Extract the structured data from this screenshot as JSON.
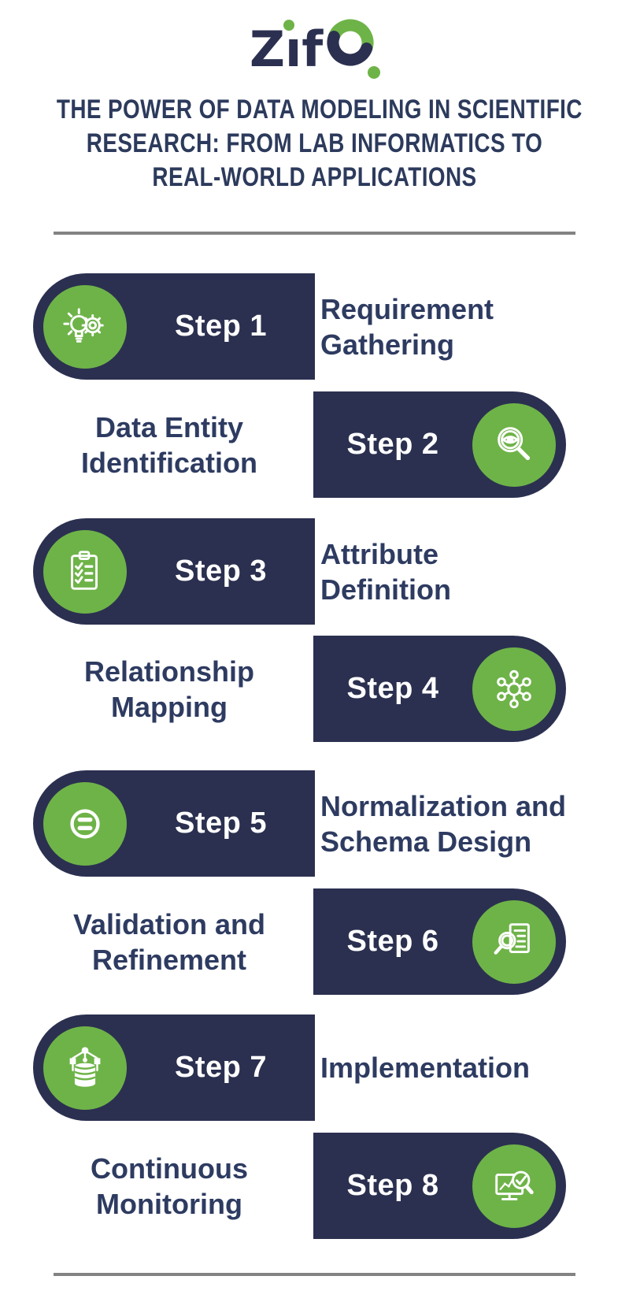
{
  "logo": {
    "text": "Zifo"
  },
  "title": {
    "lines": [
      "THE POWER OF DATA MODELING IN SCIENTIFIC",
      "RESEARCH: FROM LAB INFORMATICS TO",
      "REAL-WORLD APPLICATIONS"
    ]
  },
  "colors": {
    "pill_navy": "#2b3050",
    "accent_green": "#6eb348",
    "label_navy": "#2e3b61",
    "divider_gray": "#828282",
    "step_text": "#ffffff",
    "background": "#ffffff"
  },
  "steps": [
    {
      "label": "Step 1",
      "title": "Requirement\nGathering",
      "side": "left",
      "icon": "idea-bulb-gear-icon"
    },
    {
      "label": "Step 2",
      "title": "Data Entity\nIdentification",
      "side": "right",
      "icon": "magnifier-eye-icon"
    },
    {
      "label": "Step 3",
      "title": "Attribute\nDefinition",
      "side": "left",
      "icon": "checklist-clipboard-icon"
    },
    {
      "label": "Step 4",
      "title": "Relationship\nMapping",
      "side": "right",
      "icon": "network-nodes-icon"
    },
    {
      "label": "Step 5",
      "title": "Normalization and\nSchema Design",
      "side": "left",
      "icon": "equals-circle-icon"
    },
    {
      "label": "Step 6",
      "title": "Validation and\nRefinement",
      "side": "right",
      "icon": "magnifier-document-icon"
    },
    {
      "label": "Step 7",
      "title": "Implementation",
      "side": "left",
      "icon": "database-nodes-icon"
    },
    {
      "label": "Step 8",
      "title": "Continuous\nMonitoring",
      "side": "right",
      "icon": "monitor-chart-magnifier-icon"
    }
  ]
}
